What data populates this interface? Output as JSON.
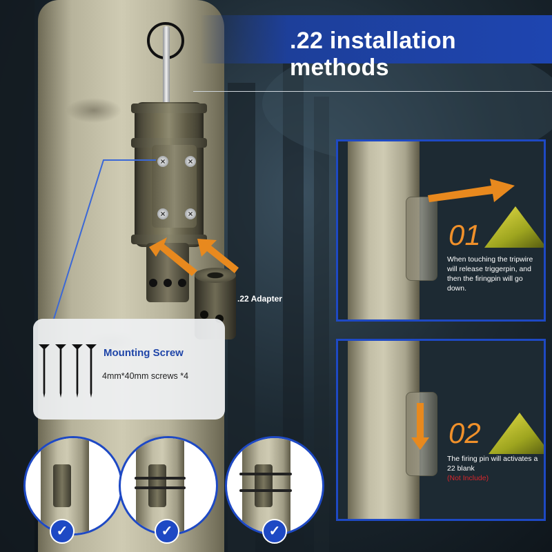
{
  "banner": {
    "title": ".22 installation methods"
  },
  "adapter": {
    "label": ".22 Adapter"
  },
  "mounting_screw": {
    "title": "Mounting Screw",
    "spec": "4mm*40mm screws *4"
  },
  "steps": [
    {
      "number": "01",
      "description": "When touching the tripwire will release triggerpin, and then the firingpin will go down."
    },
    {
      "number": "02",
      "description": "The firing pin will activates a 22 blank",
      "note": "(Not Include)"
    }
  ],
  "check_glyph": "✓",
  "colors": {
    "accent_blue": "#1e49c4",
    "step_orange": "#f0902a",
    "warning_red": "#d9262c",
    "screw_title_blue": "#1f45a8"
  },
  "icons": [
    "check-icon",
    "arrow-icon",
    "screw-icon"
  ]
}
